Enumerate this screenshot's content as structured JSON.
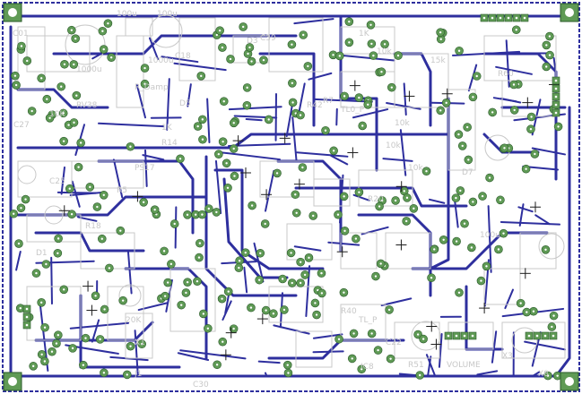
{
  "colors": {
    "background": "#ffffff",
    "trace": "#2e2f9e",
    "pad": "#5f9a55",
    "pad_hole": "#ffffff",
    "silkscreen": "#c8c8c8",
    "component_outline": "#1c1c1c",
    "board_outline": "#2e2f9e"
  },
  "labels": [
    "C01",
    "100u",
    "100u",
    "1000u",
    "R_Damp",
    "1000u",
    "D3",
    "C39",
    "C18",
    "C27",
    "10K",
    "RV38",
    "1K",
    "R14",
    "D5",
    "R42",
    "R7",
    "1K",
    "10k",
    "15k",
    "10k",
    "TL0_P",
    "10k",
    "10k",
    "R60",
    "PS17",
    "R5",
    "C25",
    "D1",
    "R18",
    "J1",
    "20K",
    "C30",
    "R20",
    "R51",
    "VOLUME",
    "IC8",
    "TL_P",
    "R40",
    "X8",
    "X3",
    "C22",
    "X1",
    "D7",
    "100u"
  ],
  "corner_pads": [
    "top-left",
    "top-right",
    "bottom-left",
    "bottom-right"
  ],
  "chassis_symbols": [
    "ground-symbol-1",
    "ground-symbol-2"
  ]
}
